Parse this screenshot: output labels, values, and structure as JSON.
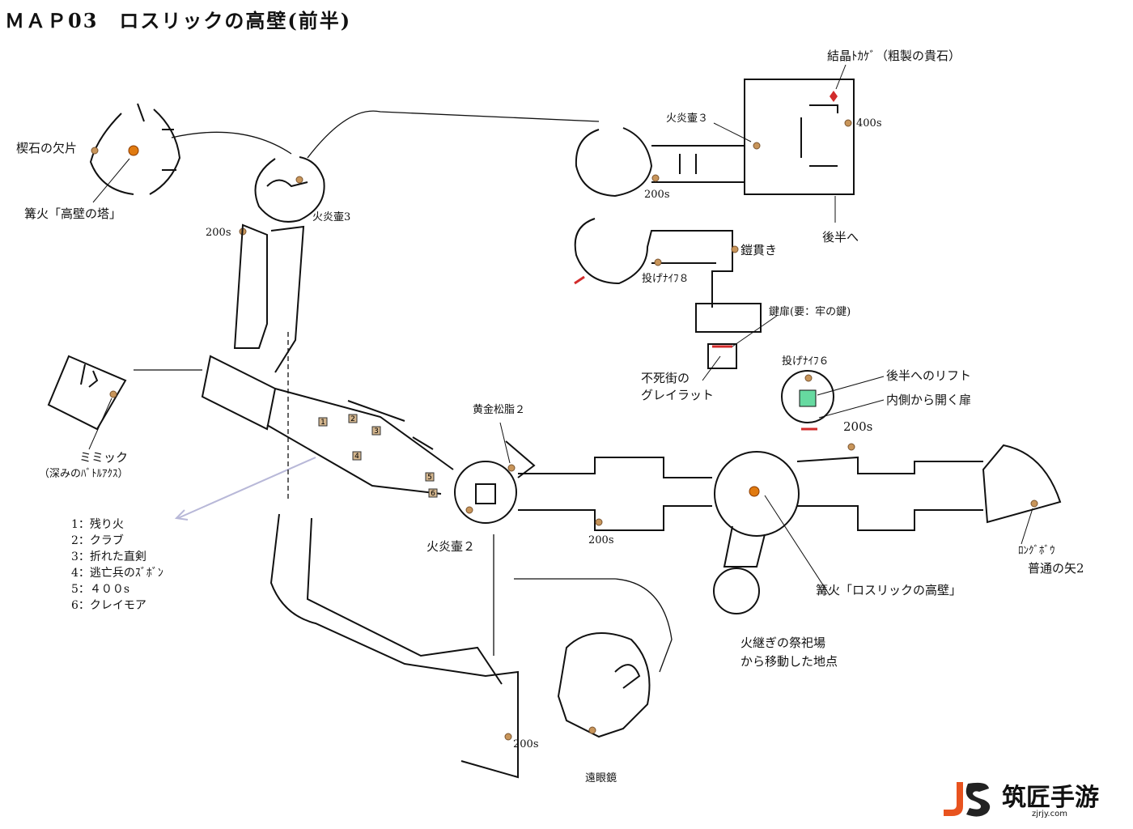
{
  "title": "ＭＡＰ03　ロスリックの高壁(前半)",
  "labels": {
    "keystone": "楔石の欠片",
    "bonfire_tower": "篝火「高壁の塔」",
    "firebomb3_top": "火炎壷3",
    "s200_a": "200s",
    "mimic": "ミミック",
    "mimic_sub": "（深みのﾊﾞﾄﾙｱｸｽ）",
    "gold_resin": "黄金松脂２",
    "firebomb2": "火炎壷２",
    "s200_b": "200s",
    "s200_c": "200s",
    "telescope": "遠眼鏡",
    "firebomb3_right": "火炎壷３",
    "crystal_lizard": "結晶ﾄｶｹﾞ（粗製の貴石）",
    "s400": "400s",
    "s200_d": "200s",
    "to_second_half": "後半へ",
    "armor_piercer": "鎧貫き",
    "throwing_knife8": "投げﾅｲﾌ８",
    "key_door": "鍵扉(要：牢の鍵)",
    "undead_greyrat_1": "不死街の",
    "undead_greyrat_2": "グレイラット",
    "throwing_knife6": "投げﾅｲﾌ６",
    "lift": "後半へのリフト",
    "inner_door": "内側から開く扉",
    "s200_e": "200s",
    "longbow_1": "ﾛﾝｸﾞﾎﾞｳ",
    "longbow_2": "普通の矢2",
    "bonfire_wall": "篝火「ロスリックの高壁」",
    "shrine_1": "火継ぎの祭祀場",
    "shrine_2": "から移動した地点"
  },
  "legend": [
    "1：残り火",
    "2：クラブ",
    "3：折れた直剣",
    "4：逃亡兵のｽﾞﾎﾞﾝ",
    "5：４００s",
    "6：クレイモア"
  ],
  "markers": [
    "1",
    "2",
    "3",
    "4",
    "5",
    "6"
  ],
  "watermark": {
    "name": "筑匠手游",
    "url": "zjrjy.com",
    "logo": "JS"
  },
  "colors": {
    "item": "#c8955a",
    "bonfire": "#e07a10",
    "lift": "#66d9a0",
    "red_door": "#d22b2b",
    "legend_arrow": "#b8b8d8"
  }
}
